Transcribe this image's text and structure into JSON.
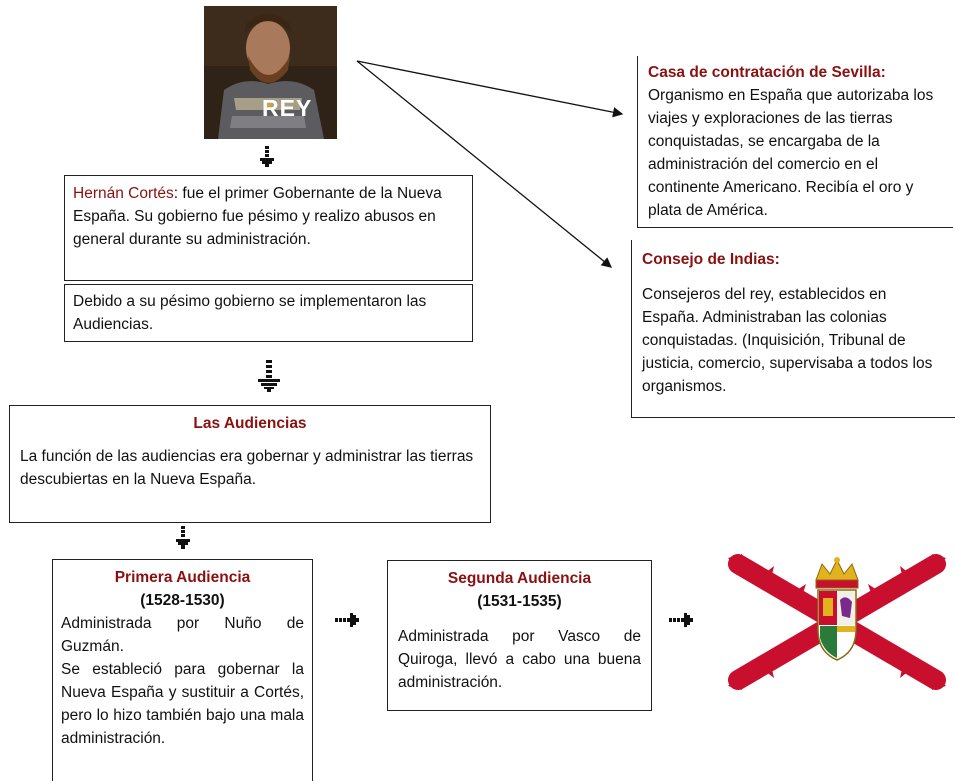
{
  "rey": {
    "label": "REY"
  },
  "cortes": {
    "name": "Hernán Cortés",
    "text": ": fue el primer Gobernante de la Nueva España. Su gobierno fue pésimo y realizo abusos en general durante su administración."
  },
  "debido": {
    "text": "Debido a su pésimo gobierno se implementaron las Audiencias."
  },
  "casa": {
    "title": "Casa de contratación de Sevilla:",
    "text": "Organismo en España que autorizaba los viajes y exploraciones de las tierras conquistadas, se encargaba de la administración del comercio en el continente Americano. Recibía el oro y plata de América."
  },
  "consejo": {
    "title": "Consejo de Indias:",
    "text": "Consejeros del rey, establecidos en España. Administraban las colonias conquistadas. (Inquisición, Tribunal de justicia, comercio, supervisaba a todos los organismos."
  },
  "audiencias": {
    "title": "Las Audiencias",
    "text": "La función de las audiencias era gobernar y administrar las tierras descubiertas en la Nueva España."
  },
  "primera": {
    "title": "Primera Audiencia",
    "years": "(1528-1530)",
    "text1": "Administrada por Nuño de Guzmán.",
    "text2": "Se estableció para gobernar la Nueva España y sustituir a Cortés, pero lo hizo también bajo una mala administración."
  },
  "segunda": {
    "title": "Segunda Audiencia",
    "years": "(1531-1535)",
    "text": "Administrada por Vasco de Quiroga, llevó a cabo una buena administración."
  },
  "colors": {
    "accent": "#8b1111",
    "flag_red": "#c8102e",
    "gold": "#e3b21f"
  }
}
